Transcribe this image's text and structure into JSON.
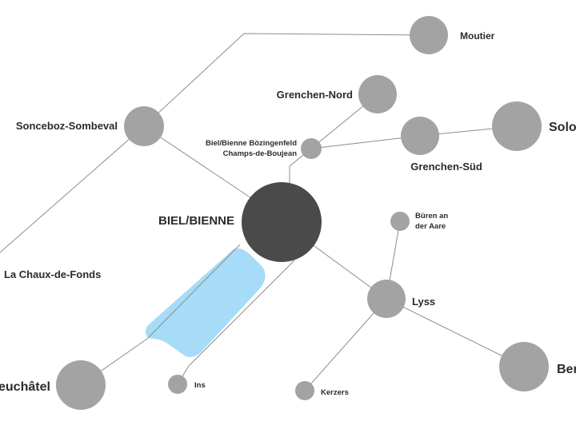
{
  "colors": {
    "hub": "#4a4a4a",
    "node": "#a3a3a3",
    "line": "#8c8c8c",
    "lake": "#a6dcf7",
    "text": "#2b2b2b"
  },
  "hub": {
    "label": "BIEL/BIENNE"
  },
  "nodes": {
    "moutier": "Moutier",
    "grenchen_nord": "Grenchen-Nord",
    "sonceboz": "Sonceboz-Sombeval",
    "boezingenfeld_line1": "Biel/Bienne Bözingenfeld",
    "boezingenfeld_line2": "Champs-de-Boujean",
    "solothurn": "Solo",
    "grenchen_sued": "Grenchen-Süd",
    "bueren_line1": "Büren an",
    "bueren_line2": "der Aare",
    "la_chaux_de_fonds": "La Chaux-de-Fonds",
    "lyss": "Lyss",
    "neuchatel": "euchâtel",
    "ins": "Ins",
    "kerzers": "Kerzers",
    "bern": "Ber"
  }
}
